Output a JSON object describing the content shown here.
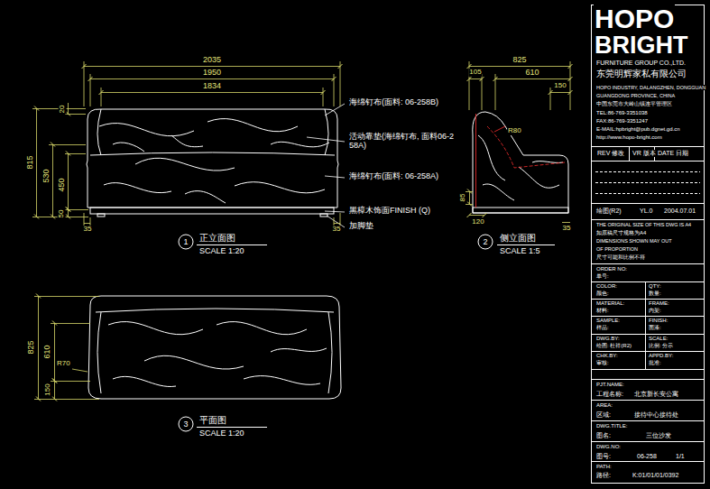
{
  "diagram": {
    "nodes": [
      {
        "text": [
          "1"
        ]
      },
      {
        "text": [
          "2"
        ]
      },
      {
        "text": [
          "3"
        ]
      }
    ],
    "labels": [
      "HOPO",
      "BRIGHT",
      "FURNITURE GROUP CO.,LTD.",
      "东莞明辉家私有限公司",
      "HOPO INDUSTRY, DALANGZHEN, DONGGUAN",
      "GUANGDONG PROVINCE, CHINA",
      "中国东莞市大岭山镇连平管理区",
      "TEL:86-769-3351038",
      "FAX:86-769-3351247",
      "E-MAIL:hpbright@pub.dgnet.gd.cn",
      "http://www.hopo-bright.com",
      "REV 修改",
      "VR 版本",
      "DATE 日期",
      "绘图(R2)",
      "YL.0",
      "2004.07.01",
      "THE ORIGINAL SIZE OF THIS DWG IS A4",
      "如原稿尺寸规格为A4",
      "DIMENSIONS SHOWN MAY OUT",
      "OF PROPORTION",
      "尺寸可能和比例不符",
      "ORDER NO:",
      "单号:",
      "COLOR:",
      "QTY:",
      "颜色:",
      "数量:",
      "MATERIAL:",
      "FRAME:",
      "材料:",
      "内架:",
      "SAMPLE:",
      "FINISH:",
      "样品:",
      "面漆:",
      "DWG.BY:",
      "SCALE:",
      "绘图: 杜祥(R2)",
      "比例: 分示",
      "CHK.BY:",
      "APPD.BY:",
      "审核:",
      "批准:",
      "PJT.NAME:",
      "工程名称:",
      "北京新长安公寓",
      "AREA:",
      "区域:",
      "接待中心接待处",
      "DWG.TITLE:",
      "图名:",
      "三位沙发",
      "DWG.NO:",
      "图号:",
      "06-258",
      "1/1",
      "PATH:",
      "路径:",
      "K:01/01/01/0392",
      "2035",
      "1950",
      "1834",
      "20",
      "815",
      "530",
      "450",
      "50",
      "35",
      "35",
      "海绵钉布(面料: 06-258B)",
      "活动靠垫(海绵钉布, 面料06-258A)",
      "海绵钉布(面料: 06-258A)",
      "黑樟木饰面FINISH (Q)",
      "加脚垫",
      "正立面图",
      "SCALE 1:20",
      "825",
      "105",
      "610",
      "150",
      "R80",
      "85",
      "120",
      "35",
      "侧立面图",
      "SCALE 1:5",
      "825",
      "610",
      "150",
      "R70",
      "平面图",
      "SCALE 1:20"
    ]
  }
}
